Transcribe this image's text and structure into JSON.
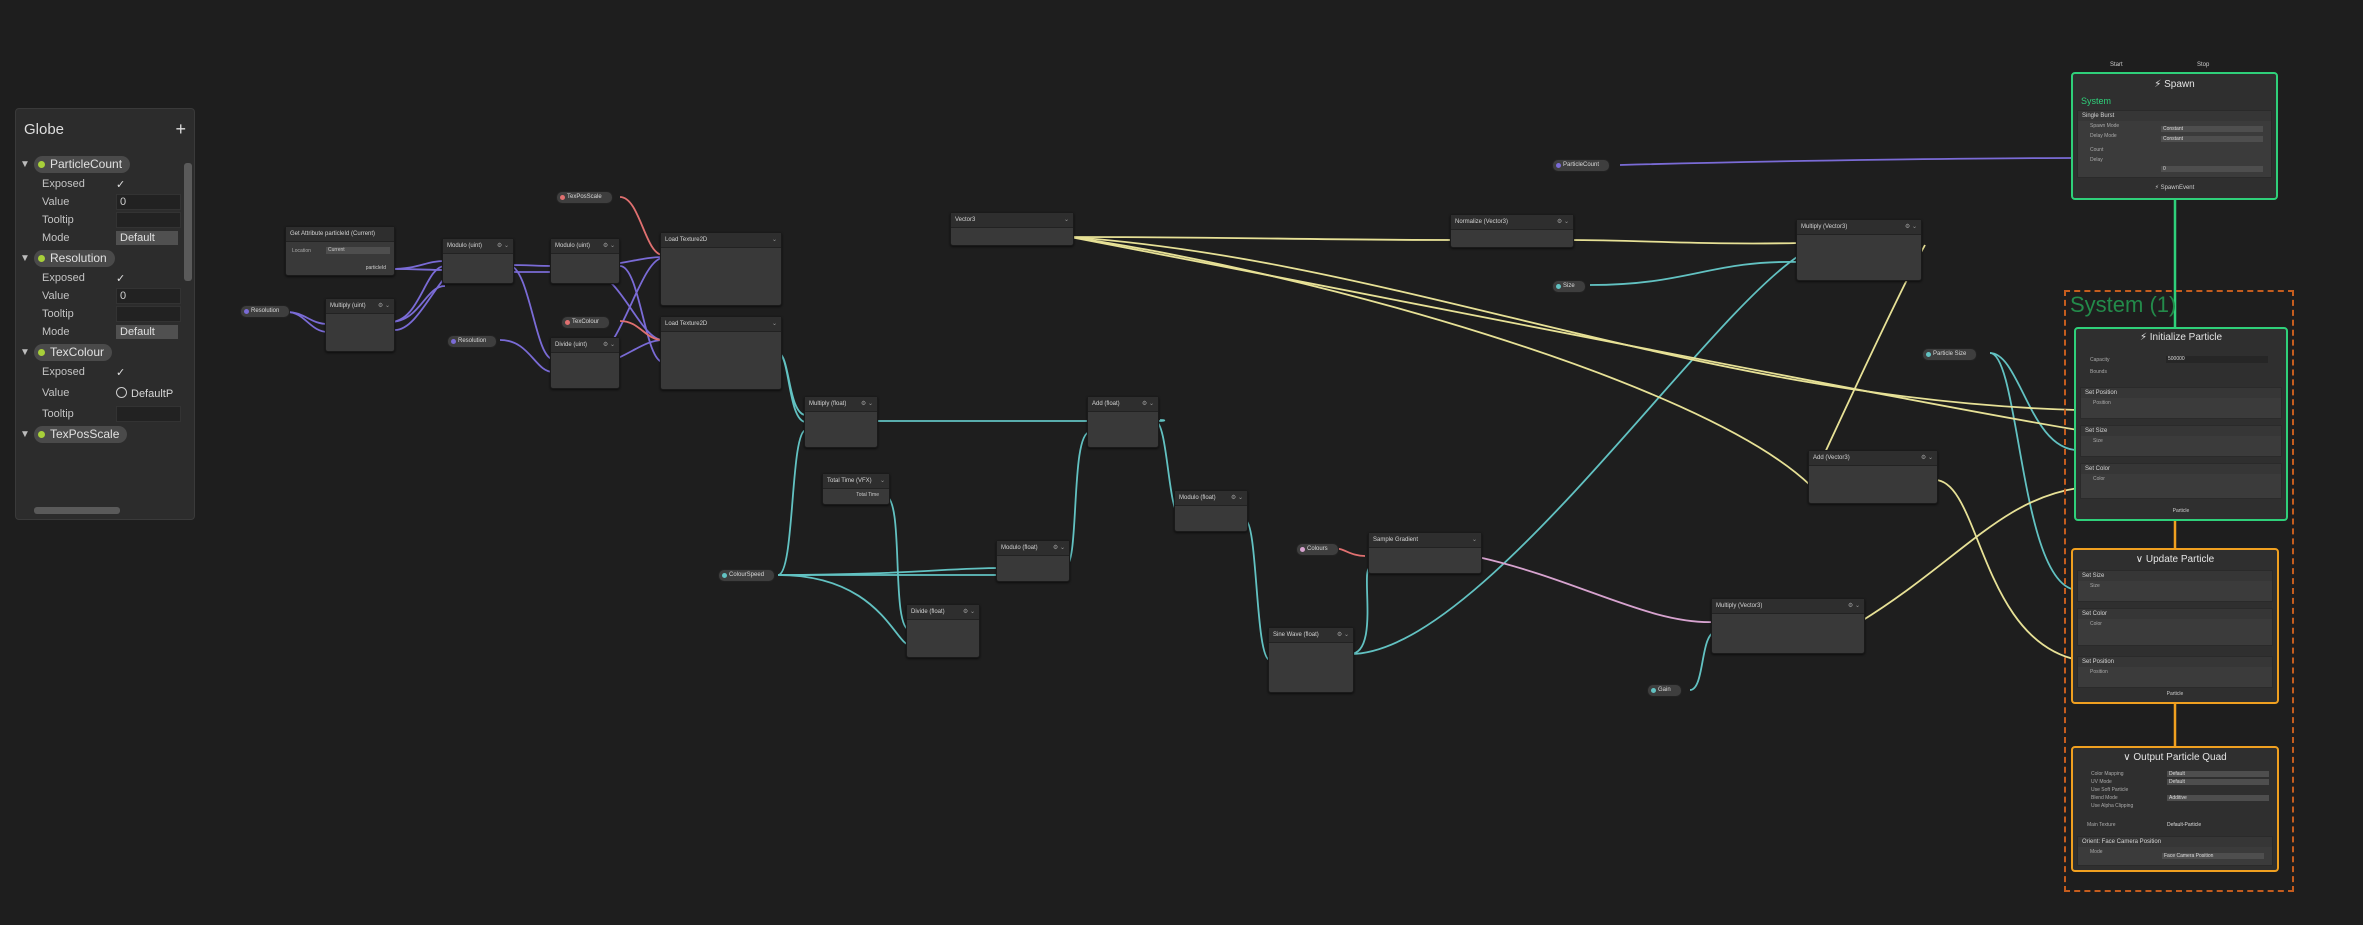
{
  "blackboard": {
    "title": "Globe",
    "add_symbol": "+",
    "properties": [
      {
        "name": "ParticleCount",
        "exposed_label": "Exposed",
        "exposed": "✓",
        "value_label": "Value",
        "value": "0",
        "tooltip_label": "Tooltip",
        "mode_label": "Mode",
        "mode": "Default"
      },
      {
        "name": "Resolution",
        "exposed_label": "Exposed",
        "exposed": "✓",
        "value_label": "Value",
        "value": "0",
        "tooltip_label": "Tooltip",
        "mode_label": "Mode",
        "mode": "Default"
      },
      {
        "name": "TexColour",
        "exposed_label": "Exposed",
        "exposed": "✓",
        "value_label": "Value",
        "value": "DefaultP",
        "tooltip_label": "Tooltip"
      },
      {
        "name": "TexPosScale"
      }
    ]
  },
  "params": {
    "texposscale": "TexPosScale",
    "resolution1": "Resolution",
    "resolution2": "Resolution",
    "texcolour": "TexColour",
    "colourspeed": "ColourSpeed",
    "particlecount": "ParticleCount",
    "size": "Size",
    "particlesize": "Particle Size",
    "colours": "Colours",
    "gain": "Gain"
  },
  "nodes": {
    "get_attr": "Get Attribute particleId (Current)",
    "get_attr_loc_label": "Location",
    "get_attr_loc": "Current",
    "get_attr_out": "particleId",
    "multiply_uint": "Multiply (uint)",
    "modulo_uint1": "Modulo (uint)",
    "modulo_uint2": "Modulo (uint)",
    "divide_uint": "Divide (uint)",
    "load_tex1": "Load Texture2D",
    "load_tex2": "Load Texture2D",
    "vector3": "Vector3",
    "normalize": "Normalize (Vector3)",
    "multiply_v3_top": "Multiply (Vector3)",
    "multiply_float": "Multiply (float)",
    "add_float": "Add (float)",
    "total_time": "Total Time (VFX)",
    "total_time_out": "Total Time",
    "modulo_float1": "Modulo (float)",
    "modulo_float2": "Modulo (float)",
    "divide_float": "Divide (float)",
    "sample_gradient": "Sample Gradient",
    "sine_wave": "Sine Wave (float)",
    "add_v3": "Add (Vector3)",
    "multiply_v3_bottom": "Multiply (Vector3)"
  },
  "system": {
    "title": "System (1)",
    "spawn": {
      "start": "Start",
      "stop": "Stop",
      "title": "Spawn",
      "system_label": "System",
      "block": "Single Burst",
      "spawn_mode_label": "Spawn Mode",
      "spawn_mode": "Constant",
      "delay_mode_label": "Delay Mode",
      "delay_mode": "Constant",
      "count_label": "Count",
      "delay_label": "Delay",
      "delay_value": "0",
      "out": "SpawnEvent"
    },
    "init": {
      "title": "Initialize Particle",
      "capacity_label": "Capacity",
      "capacity": "500000",
      "bounds_label": "Bounds",
      "blocks": [
        "Set Position",
        "Set Size",
        "Set Color"
      ],
      "rows": [
        "Position",
        "Size",
        "Color"
      ],
      "out": "Particle"
    },
    "update": {
      "title": "Update Particle",
      "blocks": [
        "Set Size",
        "Set Color",
        "Set Position"
      ],
      "rows": [
        "Size",
        "Color",
        "Position"
      ],
      "out": "Particle"
    },
    "output": {
      "title": "Output Particle Quad",
      "rows": [
        "Color Mapping",
        "UV Mode",
        "Use Soft Particle",
        "Blend Mode",
        "Use Alpha Clipping"
      ],
      "values": [
        "Default",
        "Default",
        "",
        "Additive",
        ""
      ],
      "main_texture_label": "Main Texture",
      "main_texture": "Default-Particle",
      "orient_block": "Orient: Face Camera Position",
      "mode_label": "Mode",
      "mode": "Face Camera Position"
    }
  },
  "colors": {
    "background": "#1e1e1e",
    "spawn_border": "#2fd07a",
    "init_border": "#2fd07a",
    "update_border": "#f0a020",
    "output_border": "#f0a020",
    "system_dashed": "#c65d1e",
    "wire_uint": "#7a6bd6",
    "wire_float": "#62c2c2",
    "wire_vector3": "#e7e196",
    "wire_gradient": "#d7a3cf",
    "wire_texture": "#e07070"
  }
}
